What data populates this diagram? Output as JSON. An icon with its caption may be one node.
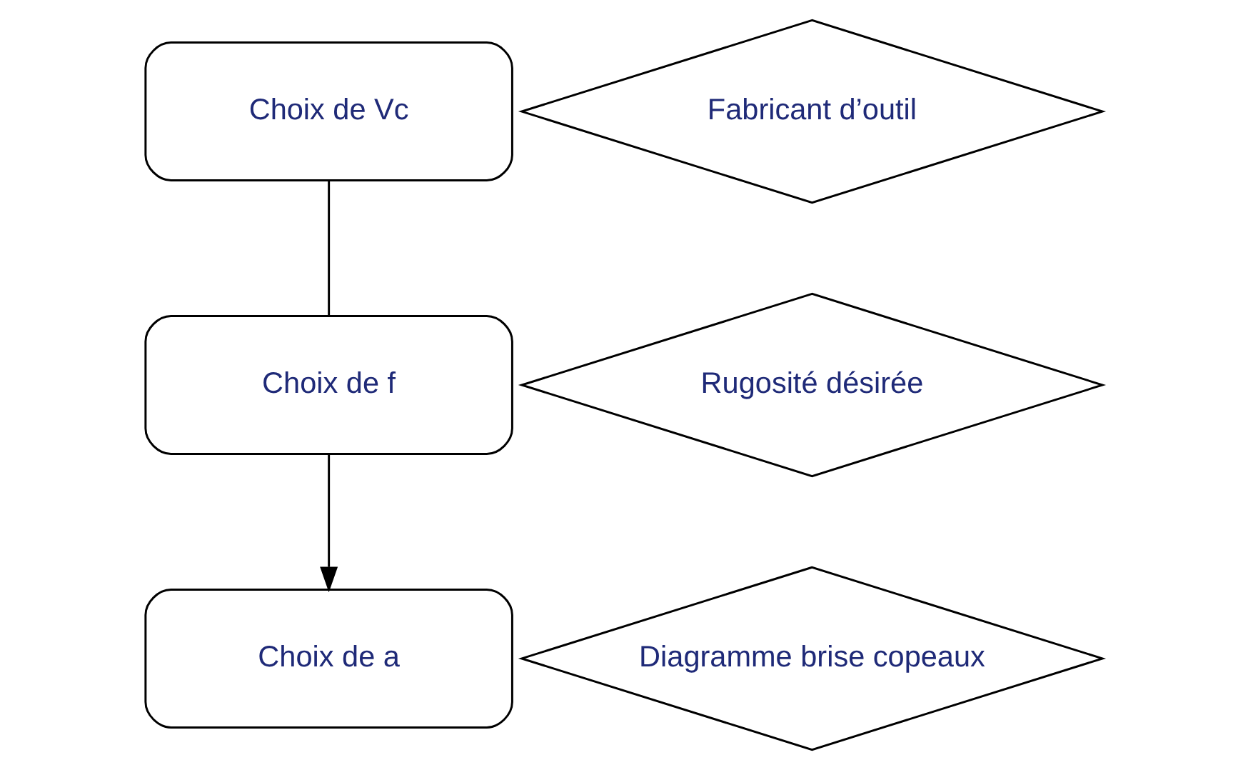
{
  "diagram": {
    "nodes": [
      {
        "text": [
          "Choix de Vc"
        ]
      },
      {
        "text": [
          "Fabricant d’outil"
        ]
      },
      {
        "text": [
          "Choix de f"
        ]
      },
      {
        "text": [
          "Rugosité désirée"
        ]
      },
      {
        "text": [
          "Choix de a"
        ]
      },
      {
        "text": [
          "Diagramme brise copeaux"
        ]
      }
    ],
    "edges": [
      {
        "from": 0,
        "to": 2,
        "arrow": "none"
      },
      {
        "from": 2,
        "to": 4,
        "arrow": "to"
      }
    ]
  }
}
